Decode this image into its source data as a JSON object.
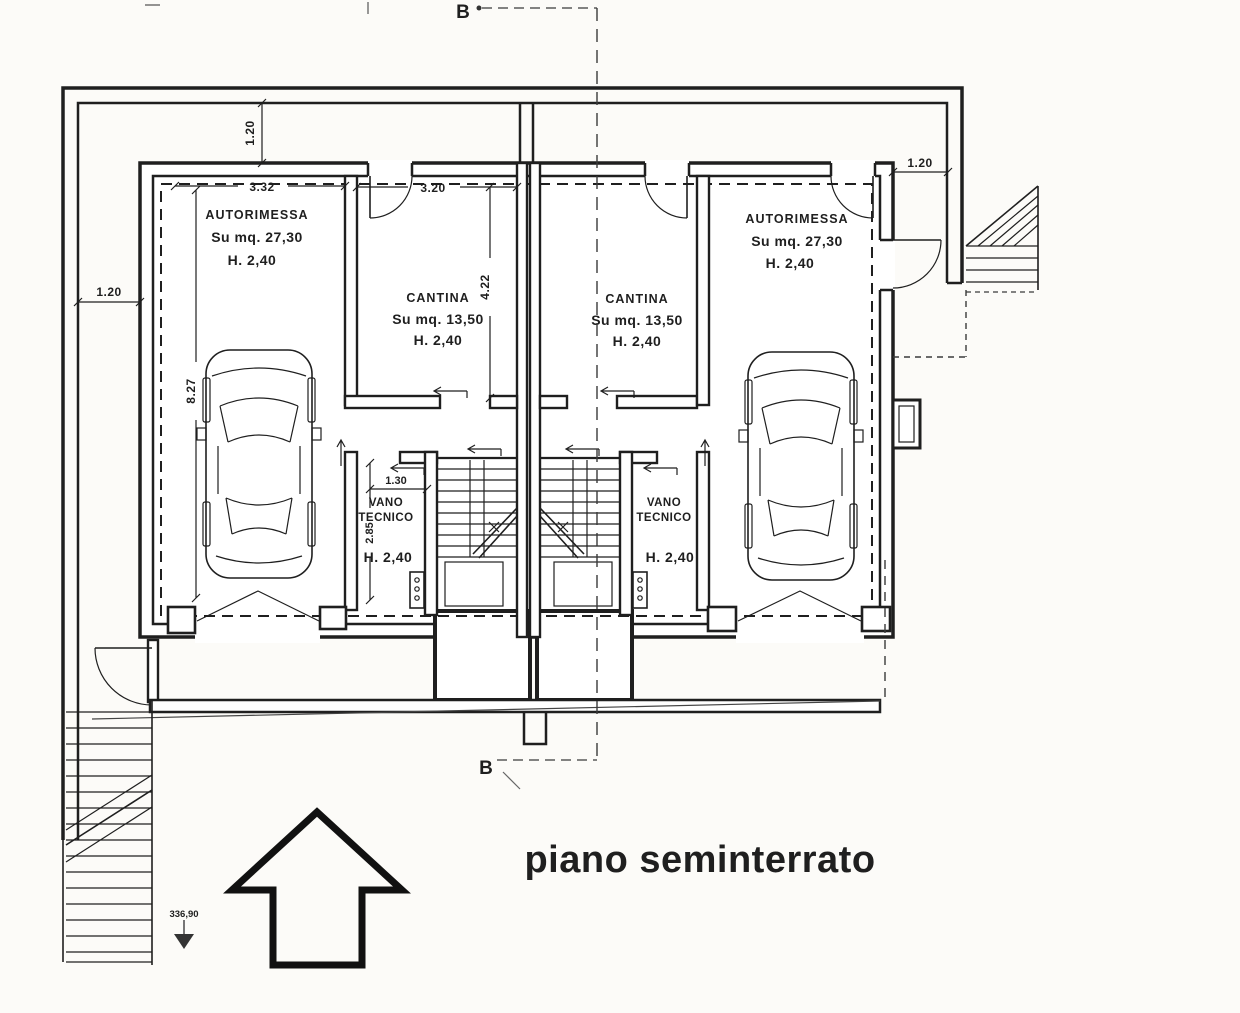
{
  "title": "piano seminterrato",
  "section": {
    "label_top": "B",
    "label_bottom": "B"
  },
  "rooms": {
    "garage_left": {
      "name": "AUTORIMESSA",
      "area": "Su mq. 27,30",
      "height": "H. 2,40"
    },
    "garage_right": {
      "name": "AUTORIMESSA",
      "area": "Su mq. 27,30",
      "height": "H. 2,40"
    },
    "cantina_left": {
      "name": "CANTINA",
      "area": "Su mq. 13,50",
      "height": "H. 2,40"
    },
    "cantina_right": {
      "name": "CANTINA",
      "area": "Su mq. 13,50",
      "height": "H. 2,40"
    },
    "vano_left": {
      "name_line1": "VANO",
      "name_line2": "TECNICO",
      "height": "H. 2,40"
    },
    "vano_right": {
      "name_line1": "VANO",
      "name_line2": "TECNICO",
      "height": "H. 2,40"
    }
  },
  "dimensions": {
    "offset_top": "1.20",
    "offset_left": "1.20",
    "offset_right": "1.20",
    "garage_width": "3.32",
    "cantina_width": "3.20",
    "cantina_depth": "4.22",
    "garage_depth": "8.27",
    "vano_width": "1.30",
    "vano_depth": "2.85"
  },
  "elevation": {
    "value": "336,90"
  },
  "colors": {
    "ink": "#1f1f1f",
    "paper": "#fcfbf8"
  }
}
